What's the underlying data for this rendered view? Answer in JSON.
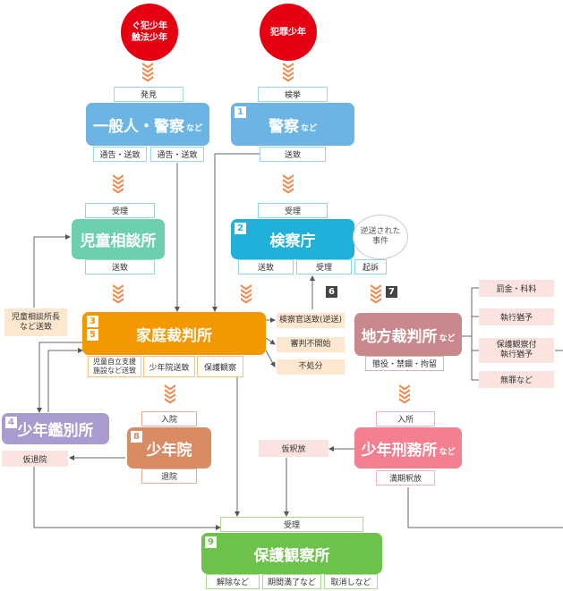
{
  "inputs": {
    "guhan_shokuho": "ぐ犯少年\n触法少年",
    "hanzai": "犯罪少年"
  },
  "nodes": {
    "ippan": {
      "label": "一般人・警察",
      "suffix": "など",
      "in_tag": "発見",
      "out_tags": [
        "通告・送致",
        "通告・送致"
      ]
    },
    "keisatsu": {
      "num": "1",
      "label": "警察",
      "suffix": "など",
      "in_tag": "検挙",
      "out_tag": "送致"
    },
    "jidou": {
      "label": "児童相談所",
      "in_tag": "受理",
      "out_tag": "送致"
    },
    "kensatsu": {
      "num": "2",
      "label": "検察庁",
      "in_tag": "受理",
      "out_tags": [
        "送致",
        "受理",
        "起訴"
      ],
      "gyakusou": "逆送された\n事件"
    },
    "katei": {
      "num": "3",
      "num2": "5",
      "label": "家庭裁判所",
      "out_tags": [
        "児童自立支援\n施設など送致",
        "少年院送致",
        "保護観察"
      ]
    },
    "chihou": {
      "label": "地方裁判所",
      "suffix": "など",
      "out_tag": "懲役・禁錮・拘留"
    },
    "kanbetsu": {
      "num": "4",
      "label": "少年鑑別所",
      "karitai": "仮退院"
    },
    "shounenin": {
      "num": "8",
      "label": "少年院",
      "in_tag": "入院",
      "out_tag": "退院"
    },
    "keimusho": {
      "label": "少年刑務所",
      "suffix": "など",
      "in_tag": "入所",
      "out_tag": "満期釈放",
      "karishaku": "仮釈放"
    },
    "hogo": {
      "num": "9",
      "label": "保護観察所",
      "in_tag": "受理",
      "out_tags": [
        "解除など",
        "期間満了など",
        "取消しなど"
      ]
    }
  },
  "side_labels": {
    "jidou_report": "児童相談所長\nなど送致",
    "kenji_soushi": "検察官送致(逆送)",
    "shinpan_fukaishi": "審判不開始",
    "fushobun": "不処分",
    "step6": "6",
    "step7": "7"
  },
  "chihou_results": [
    "罰金・科料",
    "執行猶予",
    "保護観察付\n執行猶予",
    "無罪など"
  ],
  "colors": {
    "red": "#e50012",
    "blue": "#6cb4e4",
    "teal": "#6bcfb0",
    "orange": "#f39800",
    "rose": "#c9888b",
    "purple": "#a99ad0",
    "brown": "#d98b63",
    "pink": "#f37f91",
    "green": "#6cc24a",
    "chevron": "#f08a4f"
  }
}
